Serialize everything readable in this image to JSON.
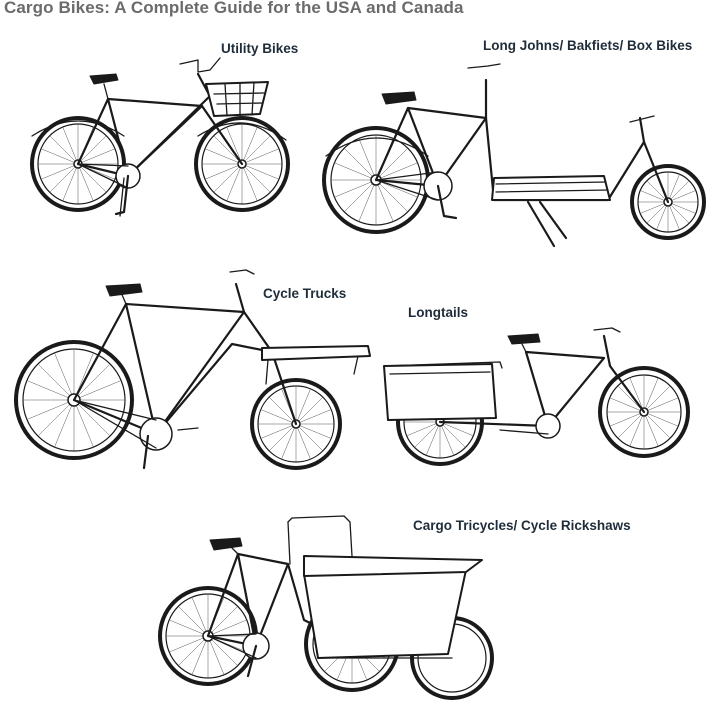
{
  "title": "Cargo Bikes: A Complete Guide for the USA and Canada",
  "bikes": [
    {
      "label": "Utility Bikes",
      "icon": "utility-bike-drawing"
    },
    {
      "label": "Long Johns/ Bakfiets/ Box Bikes",
      "icon": "long-john-bike-drawing"
    },
    {
      "label": "Cycle Trucks",
      "icon": "cycle-truck-drawing"
    },
    {
      "label": "Longtails",
      "icon": "longtail-bike-drawing"
    },
    {
      "label": "Cargo Tricycles/ Cycle Rickshaws",
      "icon": "cargo-tricycle-drawing"
    }
  ]
}
